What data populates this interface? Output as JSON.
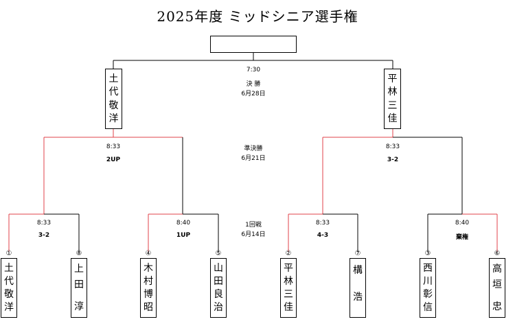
{
  "title": "2025年度  ミッドシニア選手権",
  "colors": {
    "winner_line": "#e0404a",
    "line": "#000000"
  },
  "final": {
    "time": "7:30",
    "round": "決 勝",
    "date": "6月28日",
    "left": [
      "土",
      "代",
      "敬",
      "洋"
    ],
    "right": [
      "平",
      "林",
      "三",
      "佳"
    ]
  },
  "semi": {
    "round": "準決勝",
    "date": "6月21日",
    "left": {
      "time": "8:33",
      "score": "2UP"
    },
    "right": {
      "time": "8:33",
      "score": "3-2"
    }
  },
  "first_round": {
    "round": "1回戦",
    "date": "6月14日",
    "matches": [
      {
        "time": "8:33",
        "score": "3-2"
      },
      {
        "time": "8:40",
        "score": "1UP"
      },
      {
        "time": "8:33",
        "score": "4-3"
      },
      {
        "time": "8:40",
        "score": "棄権"
      }
    ]
  },
  "players": [
    {
      "seed": "①",
      "name": [
        "土",
        "代",
        "敬",
        "洋"
      ]
    },
    {
      "seed": "⑧",
      "name": [
        "上",
        "田",
        "",
        "淳"
      ]
    },
    {
      "seed": "④",
      "name": [
        "木",
        "村",
        "博",
        "昭"
      ]
    },
    {
      "seed": "⑤",
      "name": [
        "山",
        "田",
        "良",
        "治"
      ]
    },
    {
      "seed": "②",
      "name": [
        "平",
        "林",
        "三",
        "佳"
      ]
    },
    {
      "seed": "⑦",
      "name": [
        "構",
        "",
        "浩",
        ""
      ]
    },
    {
      "seed": "③",
      "name": [
        "西",
        "川",
        "彰",
        "信"
      ]
    },
    {
      "seed": "⑥",
      "name": [
        "高",
        "垣",
        "",
        "忠"
      ]
    }
  ]
}
